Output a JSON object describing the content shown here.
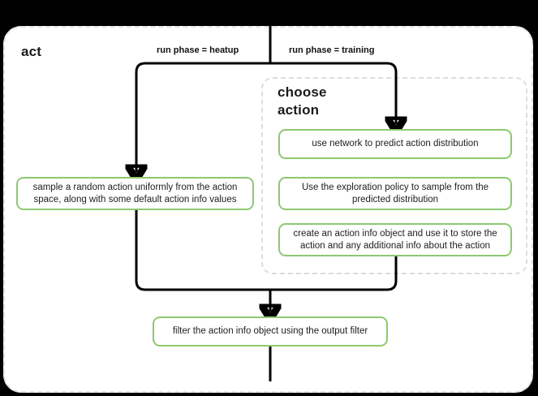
{
  "diagram": {
    "swimlane": {
      "title": "act"
    },
    "group": {
      "title": "choose action"
    },
    "edge_labels": {
      "heatup": "run phase = heatup",
      "training": "run phase = training"
    },
    "nodes": {
      "random_action": "sample a random action uniformly from the action space, along with some default action info values",
      "predict_distribution": "use network to predict action distribution",
      "exploration_policy": "Use the exploration policy to sample from the predicted distribution",
      "create_action_info": "create an action info object and use it to store the action and any additional info about the action",
      "output_filter": "filter the action info object using the output filter"
    },
    "colors": {
      "node_border": "#8dc971",
      "node_fill": "#ffffff",
      "container_border": "#e3e3e3",
      "group_border": "#dcdcdc",
      "edge": "#000000",
      "canvas": "#000000",
      "text": "#1d1d1d"
    }
  }
}
